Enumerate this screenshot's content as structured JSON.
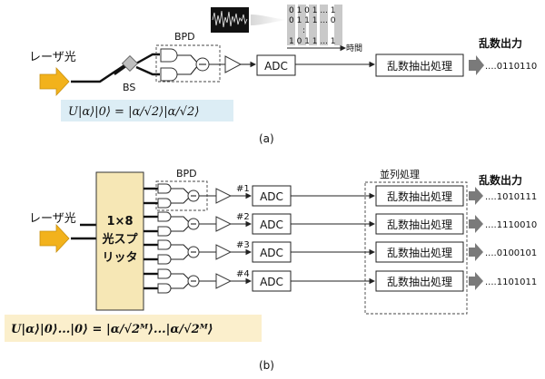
{
  "panel_a": {
    "laser_label": "レーザ光",
    "bs_label": "BS",
    "bpd_label": "BPD",
    "adc_label": "ADC",
    "time_label": "時間",
    "processor_label": "乱数抽出処理",
    "output_title": "乱数出力",
    "output_value": "....0110110",
    "equation": "U|α⟩|0⟩ = |α/√2⟩|α/√2⟩",
    "caption": "(a)",
    "bit_rows": [
      "0 1 0 1 ... 1",
      "0 1 1 1 ... 0",
      ":",
      "1 0 1 1 ... 1"
    ],
    "colors": {
      "equation_bg": "#dcedf5",
      "arrow": "#f2b21c",
      "output_arrow": "#7a7a7a"
    }
  },
  "panel_b": {
    "laser_label": "レーザ光",
    "splitter_lines": [
      "1×8",
      "光スプ",
      "リッタ"
    ],
    "bpd_label": "BPD",
    "parallel_label": "並列処理",
    "output_title": "乱数出力",
    "channels": [
      {
        "id": "#1",
        "adc": "ADC",
        "processor": "乱数抽出処理",
        "output": "....1010111"
      },
      {
        "id": "#2",
        "adc": "ADC",
        "processor": "乱数抽出処理",
        "output": "....1110010"
      },
      {
        "id": "#3",
        "adc": "ADC",
        "processor": "乱数抽出処理",
        "output": "....0100101"
      },
      {
        "id": "#4",
        "adc": "ADC",
        "processor": "乱数抽出処理",
        "output": "....1101011"
      }
    ],
    "equation": "U|α⟩|0⟩...|0⟩ = |α/√2ᴹ⟩...|α/√2ᴹ⟩",
    "caption": "(b)",
    "colors": {
      "splitter_fill": "#f6e7b5",
      "equation_bg": "#fbefcc"
    }
  }
}
